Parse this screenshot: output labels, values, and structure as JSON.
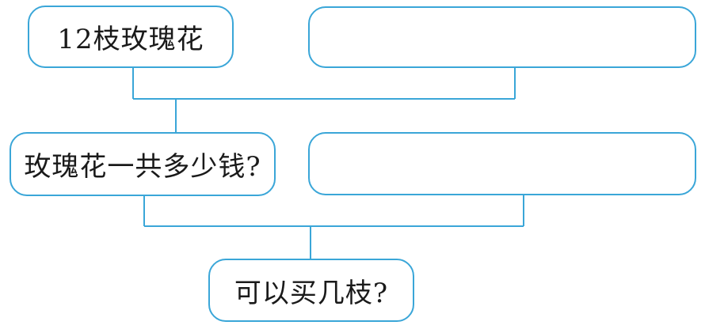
{
  "diagram": {
    "boxes": {
      "top_left": "12枝玫瑰花",
      "top_right": "",
      "mid_left": "玫瑰花一共多少钱?",
      "mid_right": "",
      "bottom": "可以买几枝?"
    },
    "colors": {
      "stroke": "#3aa6d8",
      "text": "#1a1a1a"
    }
  }
}
